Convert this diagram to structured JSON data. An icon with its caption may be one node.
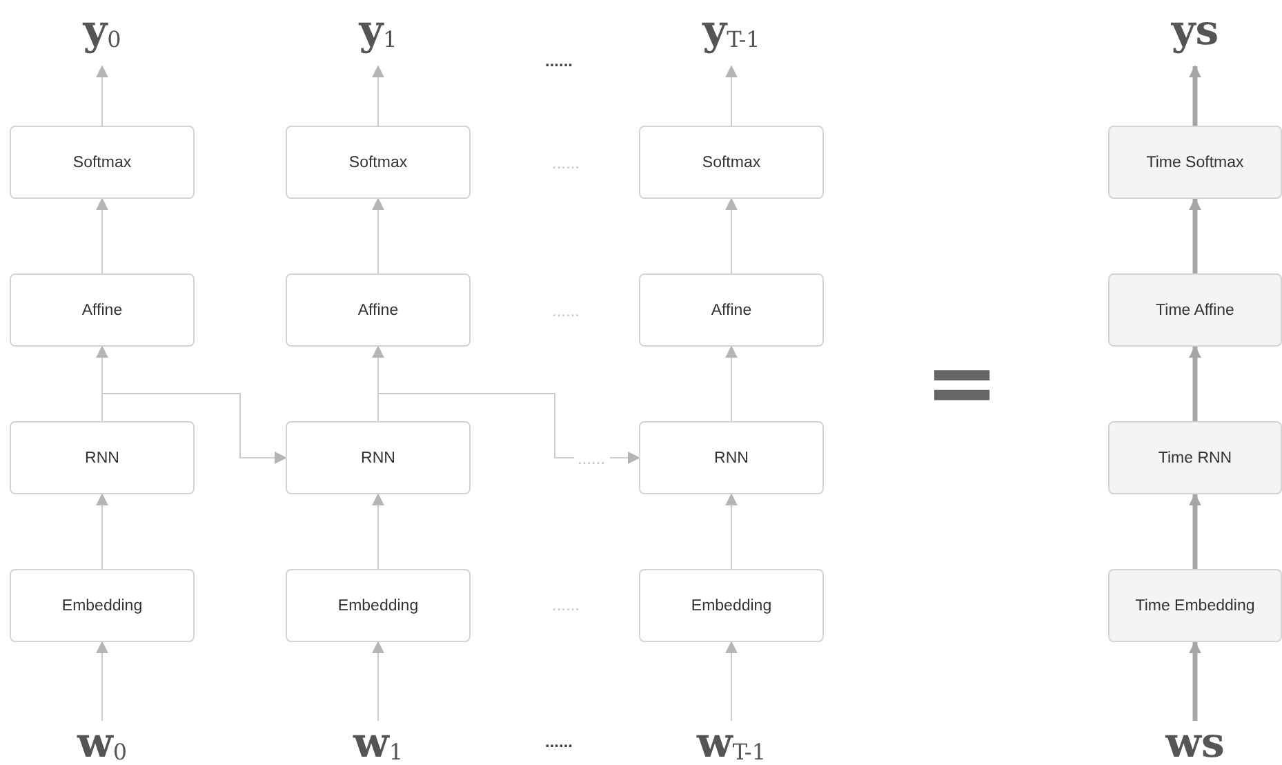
{
  "diagram": {
    "nodes": [
      {
        "text": [
          "y$_{0}$"
        ]
      },
      {
        "text": [
          "y$_{1}$"
        ]
      },
      {
        "text": [
          "y$_{T-1}$"
        ]
      },
      {
        "text": [
          "ys"
        ]
      },
      {
        "text": [
          "Softmax"
        ]
      },
      {
        "text": [
          "Softmax"
        ]
      },
      {
        "text": [
          "Softmax"
        ]
      },
      {
        "text": [
          "Time Softmax"
        ]
      },
      {
        "text": [
          "Affine"
        ]
      },
      {
        "text": [
          "Affine"
        ]
      },
      {
        "text": [
          "Affine"
        ]
      },
      {
        "text": [
          "Time Affine"
        ]
      },
      {
        "text": [
          "RNN"
        ]
      },
      {
        "text": [
          "RNN"
        ]
      },
      {
        "text": [
          "RNN"
        ]
      },
      {
        "text": [
          "Time RNN"
        ]
      },
      {
        "text": [
          "Embedding"
        ]
      },
      {
        "text": [
          "Embedding"
        ]
      },
      {
        "text": [
          "Embedding"
        ]
      },
      {
        "text": [
          "Time Embedding"
        ]
      },
      {
        "text": [
          "w$_{0}$"
        ]
      },
      {
        "text": [
          "w$_{1}$"
        ]
      },
      {
        "text": [
          "w$_{T-1}$"
        ]
      },
      {
        "text": [
          "ws"
        ]
      }
    ],
    "edges": [
      {
        "from": 4,
        "to": 0,
        "arrow": "to"
      },
      {
        "from": 5,
        "to": 1,
        "arrow": "to"
      },
      {
        "from": 6,
        "to": 2,
        "arrow": "to"
      },
      {
        "from": 7,
        "to": 3,
        "arrow": "to",
        "style": "thick",
        "color": "#a6a6a6"
      },
      {
        "from": 8,
        "to": 4,
        "arrow": "to"
      },
      {
        "from": 9,
        "to": 5,
        "arrow": "to"
      },
      {
        "from": 10,
        "to": 6,
        "arrow": "to"
      },
      {
        "from": 11,
        "to": 7,
        "arrow": "to",
        "style": "thick",
        "color": "#a6a6a6"
      },
      {
        "from": 12,
        "to": 8,
        "arrow": "to"
      },
      {
        "from": 13,
        "to": 9,
        "arrow": "to"
      },
      {
        "from": 14,
        "to": 10,
        "arrow": "to"
      },
      {
        "from": 15,
        "to": 11,
        "arrow": "to",
        "style": "thick",
        "color": "#a6a6a6"
      },
      {
        "from": 12,
        "to": 13,
        "arrow": "to"
      },
      {
        "from": 13,
        "to": 14,
        "arrow": "to",
        "label": "......"
      },
      {
        "from": 16,
        "to": 12,
        "arrow": "to"
      },
      {
        "from": 17,
        "to": 13,
        "arrow": "to"
      },
      {
        "from": 18,
        "to": 14,
        "arrow": "to"
      },
      {
        "from": 19,
        "to": 15,
        "arrow": "to",
        "style": "thick",
        "color": "#a6a6a6"
      },
      {
        "from": 20,
        "to": 16,
        "arrow": "to"
      },
      {
        "from": 21,
        "to": 17,
        "arrow": "to"
      },
      {
        "from": 22,
        "to": 18,
        "arrow": "to"
      },
      {
        "from": 23,
        "to": 19,
        "arrow": "to",
        "style": "thick",
        "color": "#a6a6a6"
      }
    ],
    "labels": [
      "......",
      "......",
      "......",
      "=",
      "......",
      "......"
    ]
  }
}
